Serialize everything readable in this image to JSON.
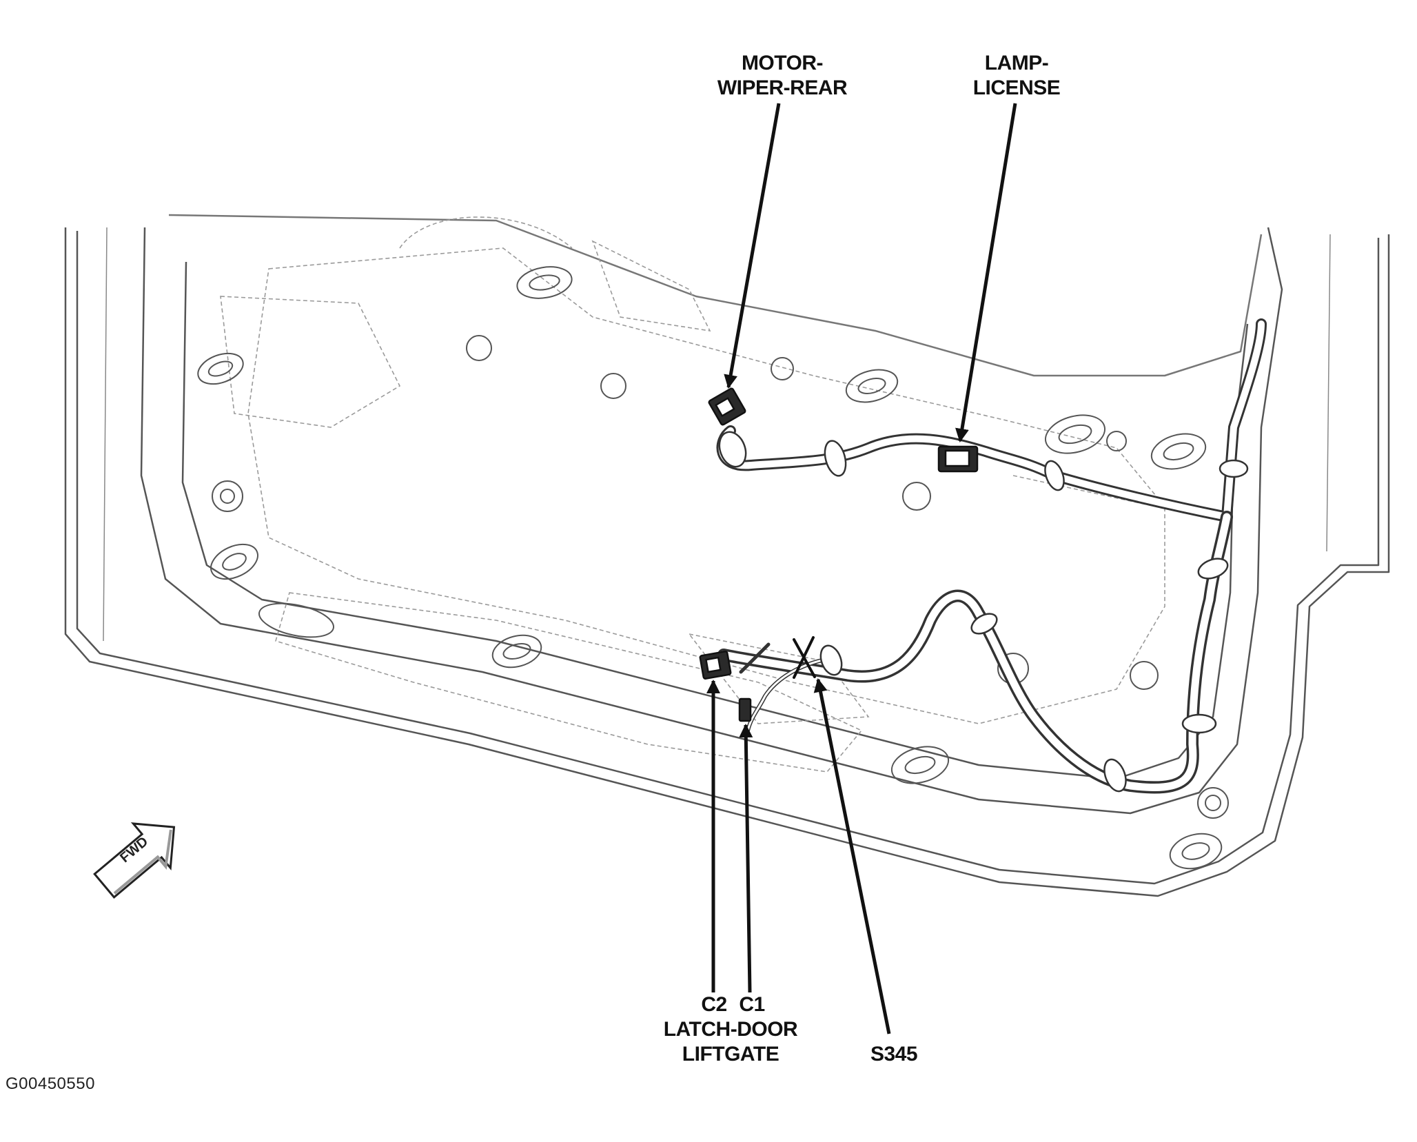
{
  "labels": {
    "motor_wiper_rear": [
      "MOTOR-",
      "WIPER-REAR"
    ],
    "lamp_license": [
      "LAMP-",
      "LICENSE"
    ],
    "c2": "C2",
    "c1": "C1",
    "latch_door": [
      "LATCH-DOOR",
      "LIFTGATE"
    ],
    "s345": "S345",
    "fwd": "FWD"
  },
  "figure_id": "G00450550",
  "colors": {
    "ink": "#111111",
    "outline": "#444444",
    "faint": "#9a9a9a",
    "harness_fill": "#ffffff"
  },
  "icons": {
    "fwd_arrow": "forward-direction-arrow-icon",
    "splice": "splice-x-mark-icon"
  }
}
